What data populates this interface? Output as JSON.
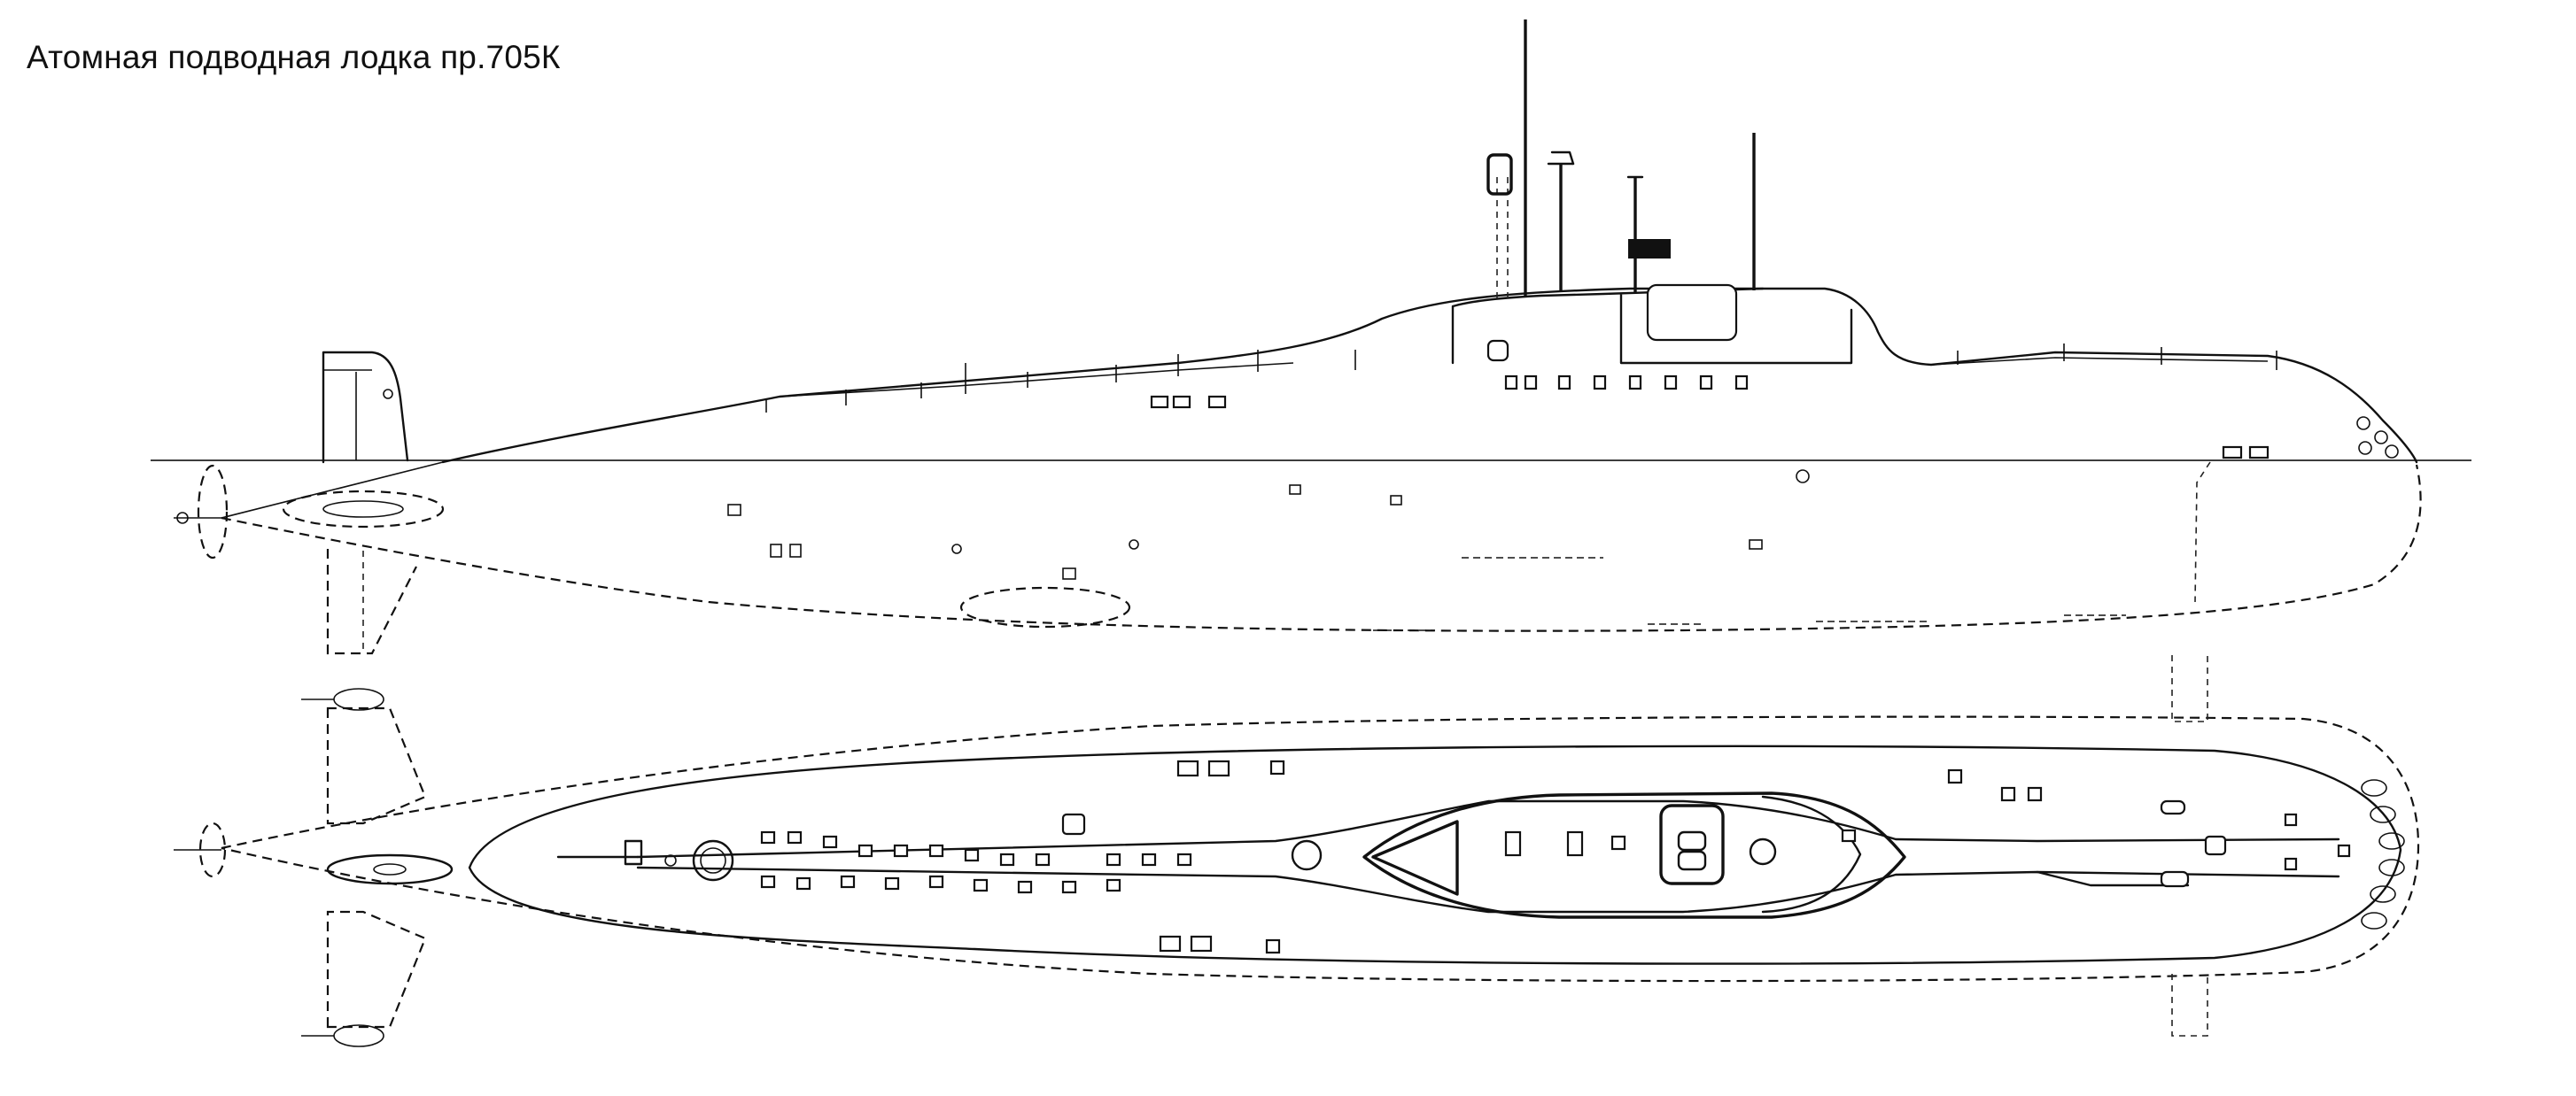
{
  "title": "Атомная подводная лодка пр.705К",
  "views": [
    {
      "view": "side-profile"
    },
    {
      "view": "top-plan"
    }
  ]
}
